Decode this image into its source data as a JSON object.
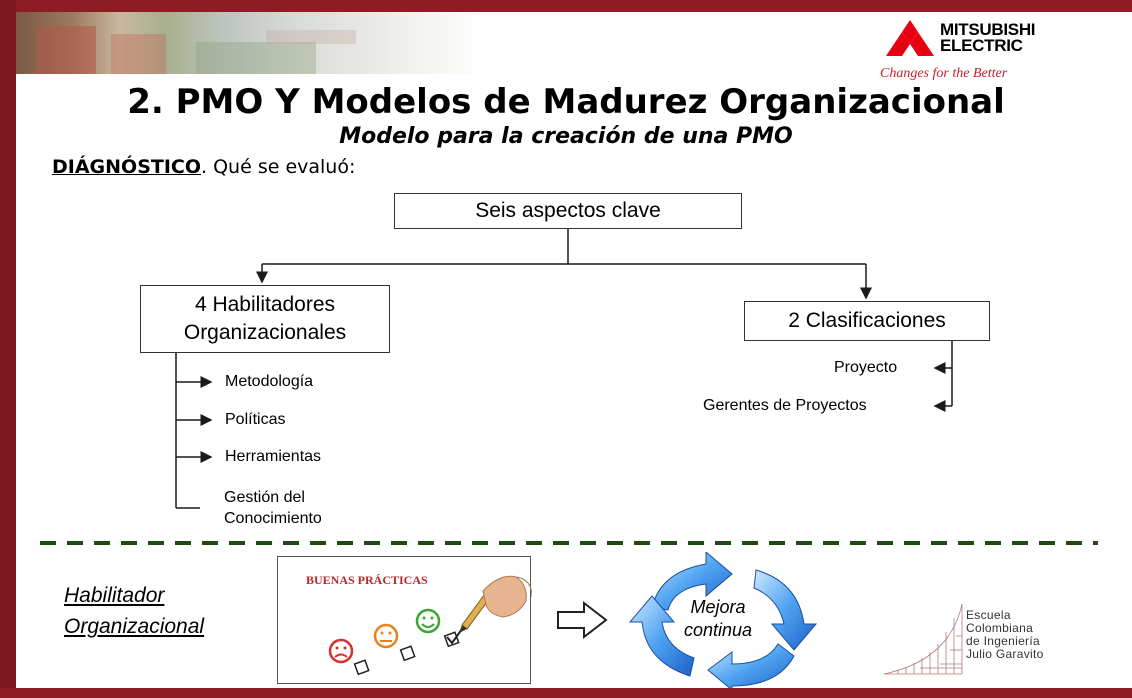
{
  "brand": {
    "logo_line1": "MITSUBISHI",
    "logo_line2": "ELECTRIC",
    "tagline": "Changes for the Better",
    "red": "#c81e2a",
    "maroon": "#8e1c24"
  },
  "slide": {
    "title": "2. PMO Y Modelos de Madurez Organizacional",
    "subtitle": "Modelo para la creación de una PMO",
    "section_label": "DIÁGNÓSTICO",
    "section_suffix": ". Qué se evaluó:"
  },
  "diagram": {
    "root": "Seis aspectos clave",
    "left_line1": "4 Habilitadores",
    "left_line2": "Organizacionales",
    "left_items": [
      "Metodología",
      "Políticas",
      "Herramientas"
    ],
    "left_last_line1": "Gestión del",
    "left_last_line2": "Conocimiento",
    "right_node": "2 Clasificaciones",
    "right_items": [
      "Proyecto",
      "Gerentes de Proyectos"
    ]
  },
  "bottom": {
    "hab_line1": "Habilitador",
    "hab_line2": "Organizacional",
    "buenas_practicas": "BUENAS PRÁCTICAS",
    "cycle_line1": "Mejora",
    "cycle_line2": "continua",
    "divider_color": "#1e4a14"
  },
  "school": {
    "line1": "Escuela",
    "line2": "Colombiana",
    "line3": "de Ingeniería",
    "line4": "Julio Garavito"
  }
}
